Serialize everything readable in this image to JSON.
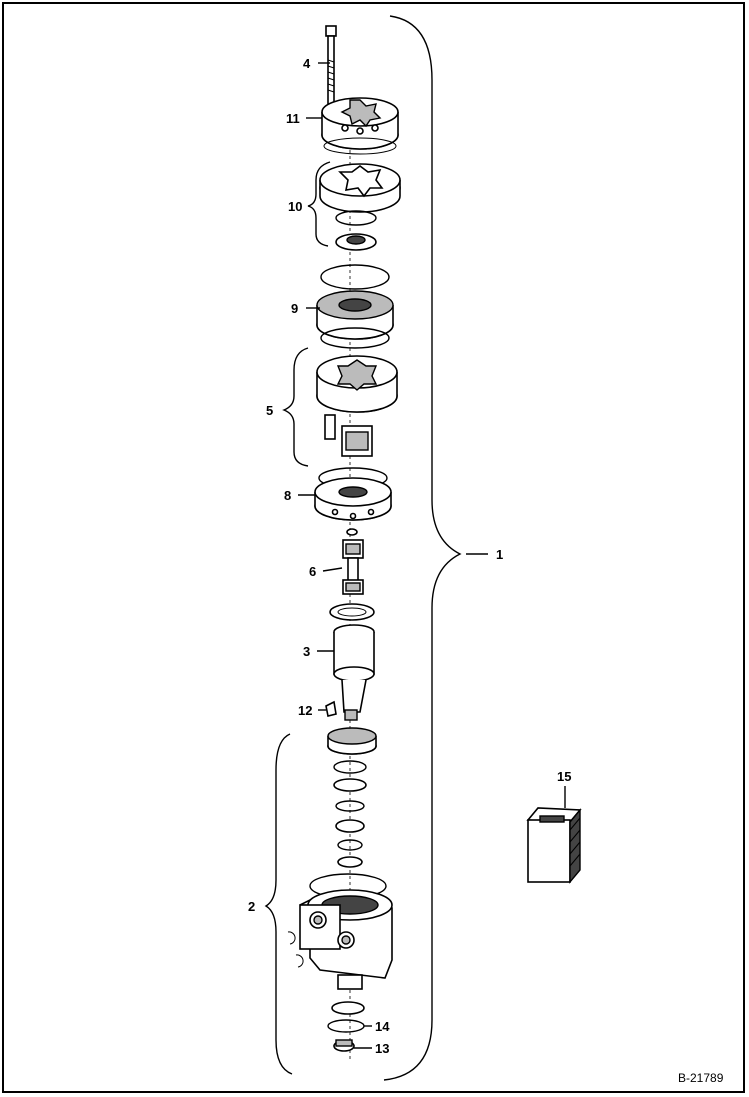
{
  "diagram": {
    "reference": "B-21789",
    "callouts": {
      "p1": "1",
      "p2": "2",
      "p3": "3",
      "p4": "4",
      "p5": "5",
      "p6": "6",
      "p8": "8",
      "p9": "9",
      "p10": "10",
      "p11": "11",
      "p12": "12",
      "p13": "13",
      "p14": "14",
      "p15": "15"
    }
  }
}
